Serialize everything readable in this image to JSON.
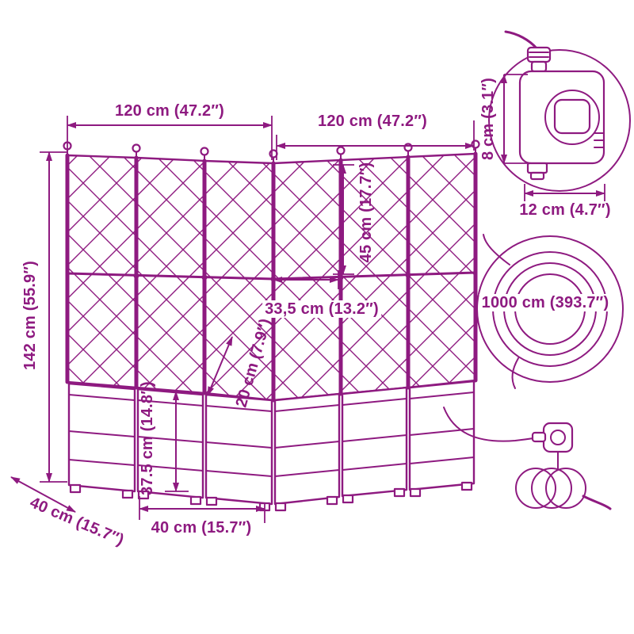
{
  "colors": {
    "line": "#8e1a80",
    "background": "#ffffff"
  },
  "labels": {
    "width_left": "120 cm (47.2″)",
    "width_right": "120 cm (47.2″)",
    "total_height": "142 cm (55.9″)",
    "trellis_height": "45 cm (17.7″)",
    "inner_width": "33,5 cm (13.2″)",
    "depth_20": "20 cm (7.9″)",
    "planter_height": "37.5 cm (14.8″)",
    "depth_side": "40 cm (15.7″)",
    "depth_front": "40 cm (15.7″)",
    "timer_height": "8 cm (3.1″)",
    "timer_width": "12 cm (4.7″)",
    "hose_length": "1000 cm (393.7″)"
  }
}
